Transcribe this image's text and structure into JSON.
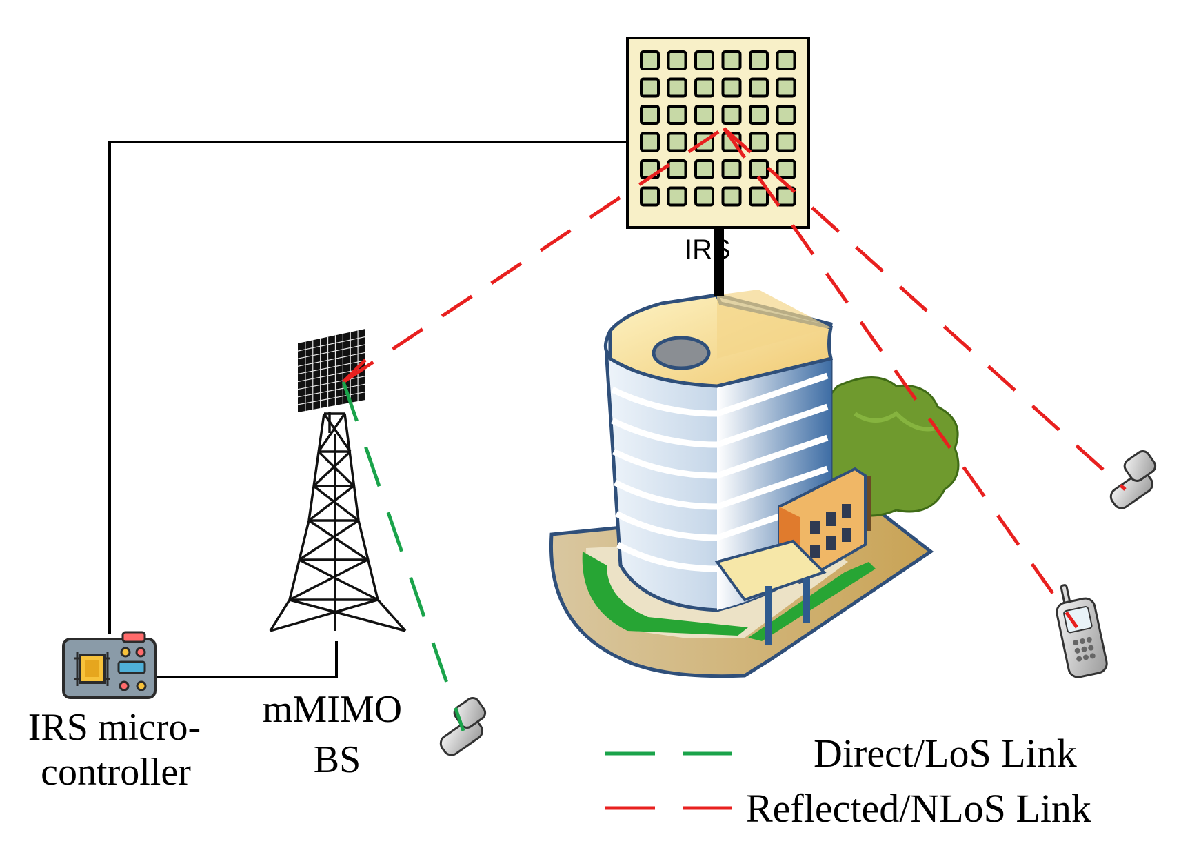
{
  "labels": {
    "irs": "IRS",
    "controller_line1": "IRS micro-",
    "controller_line2": "controller",
    "bs_line1": "mMIMO",
    "bs_line2": "BS"
  },
  "legend": {
    "direct": "Direct/LoS Link",
    "reflected": "Reflected/NLoS Link"
  },
  "colors": {
    "direct_link": "#1aa34a",
    "reflected_link": "#e8201f",
    "irs_panel": "#f8f0c8",
    "irs_element": "#c7d9a6"
  },
  "icons": [
    "irs-panel-icon",
    "bs-tower-icon",
    "microcontroller-icon",
    "building-icon",
    "tree-icon",
    "flip-phone-icon",
    "mobile-phone-icon"
  ]
}
